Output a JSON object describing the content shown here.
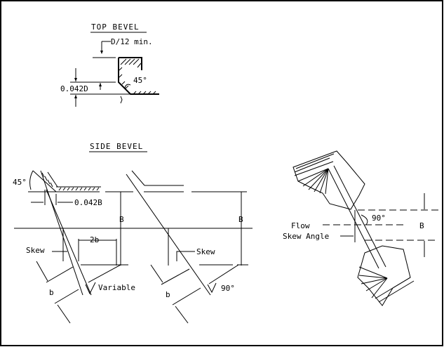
{
  "top_bevel": {
    "title": "TOP BEVEL",
    "dim_top": "D/12 min.",
    "dim_left": "0.042D",
    "angle": "45°"
  },
  "side_bevel": {
    "title": "SIDE BEVEL",
    "angle_left": "45°",
    "dim_bevel": "0.042B",
    "dim_B_left": "B",
    "dim_B_right": "B",
    "skew_left": "Skew",
    "skew_right": "Skew",
    "dim_2b": "2b",
    "variable": "Variable",
    "angle_90": "90°",
    "b_left": "b",
    "b_right": "b"
  },
  "plan_view": {
    "flow": "Flow",
    "skew_angle": "Skew Angle",
    "angle_90": "90°",
    "dim_B": "B"
  }
}
